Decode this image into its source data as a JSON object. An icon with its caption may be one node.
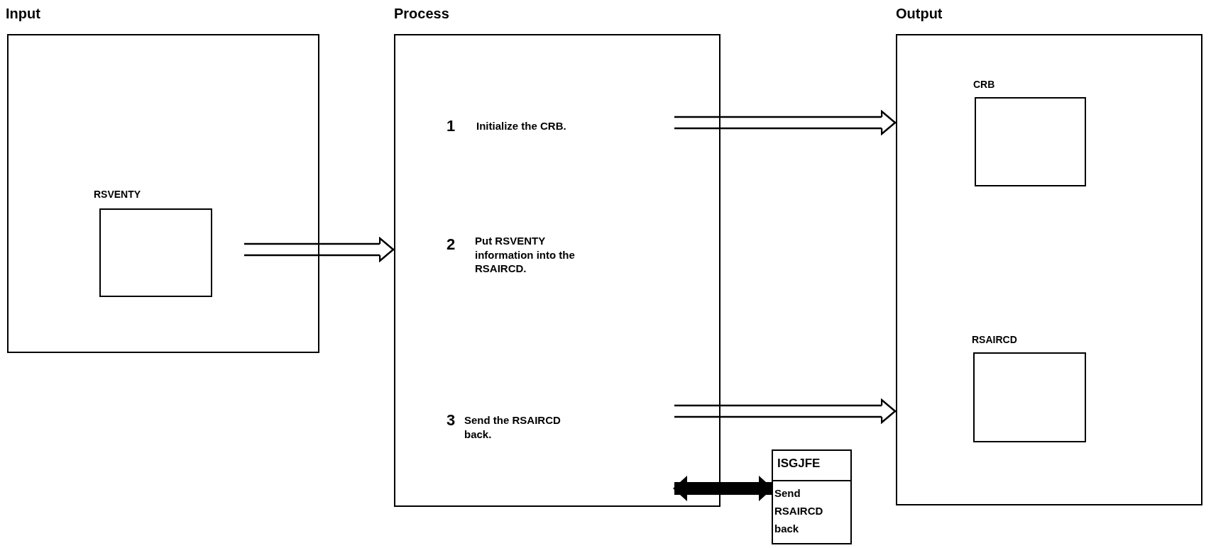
{
  "diagram": {
    "nodes": [
      {
        "text": [
          "Input"
        ]
      },
      {
        "text": [
          "RSVENTY"
        ],
        "in": 0
      },
      {
        "text": [
          "Process"
        ]
      },
      {
        "text": [
          "Output"
        ]
      },
      {
        "text": [
          "CRB"
        ],
        "in": 3
      },
      {
        "text": [
          "RSAIRCD"
        ],
        "in": 3
      },
      {
        "text": [
          "ISGJFE",
          "Send RSAIRCD back"
        ]
      }
    ],
    "edges": [
      {
        "from": null,
        "to": 2,
        "arrow": "to"
      },
      {
        "from": 2,
        "to": 3,
        "arrow": "to"
      },
      {
        "from": 2,
        "to": 3,
        "arrow": "to"
      },
      {
        "from": 2,
        "to": 6,
        "arrow": "both",
        "style": "thick"
      }
    ],
    "labels": [
      "1",
      "Initialize the CRB.",
      "2",
      "Put RSVENTY information into the RSAIRCD.",
      "3",
      "Send the RSAIRCD back."
    ]
  }
}
